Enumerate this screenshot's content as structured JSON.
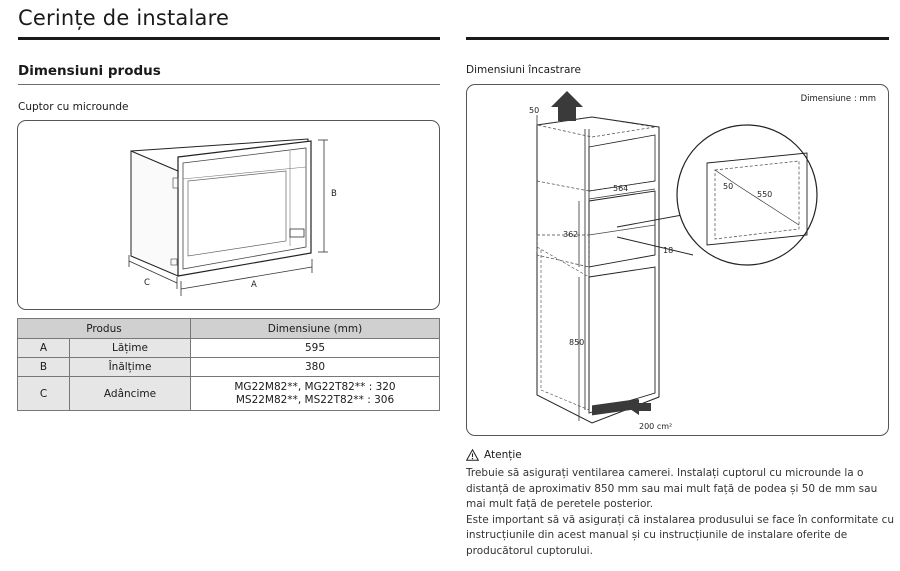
{
  "page": {
    "title": "Cerințe de instalare",
    "product_dims_title": "Dimensiuni produs",
    "microwave_label": "Cuptor cu microunde",
    "install_dims_title": "Dimensiuni încastrare"
  },
  "product_figure": {
    "label_a": "A",
    "label_b": "B",
    "label_c": "C"
  },
  "table": {
    "headers": [
      "Produs",
      "Dimensiune (mm)"
    ],
    "rows": [
      {
        "code": "A",
        "name": "Lățime",
        "value": "595"
      },
      {
        "code": "B",
        "name": "Înălțime",
        "value": "380"
      },
      {
        "code": "C",
        "name": "Adâncime",
        "value_line1": "MG22M82**, MG22T82** : 320",
        "value_line2": "MS22M82**, MS22T82** : 306"
      }
    ]
  },
  "install_figure": {
    "unit_note": "Dimensiune : mm",
    "dim_top": "50",
    "dim_width": "564",
    "dim_height": "362",
    "dim_18": "18",
    "dim_850": "850",
    "vent_area": "200 cm²",
    "detail_50": "50",
    "detail_550": "550"
  },
  "warning": {
    "title": "Atenție",
    "para1": "Trebuie să asigurați ventilarea camerei. Instalați cuptorul cu microunde la o distanță de aproximativ 850 mm sau mai mult față de podea și 50 de mm sau mai mult față de peretele posterior.",
    "para2": "Este important să vă asigurați că instalarea produsului se face în conformitate cu instrucțiunile din acest manual și cu instrucțiunile de instalare oferite de producătorul cuptorului."
  },
  "colors": {
    "rule": "#1a1a1a",
    "table_header_bg": "#d0d0d0",
    "table_label_bg": "#e6e6e6",
    "arrow_fill": "#3a3a3a"
  }
}
